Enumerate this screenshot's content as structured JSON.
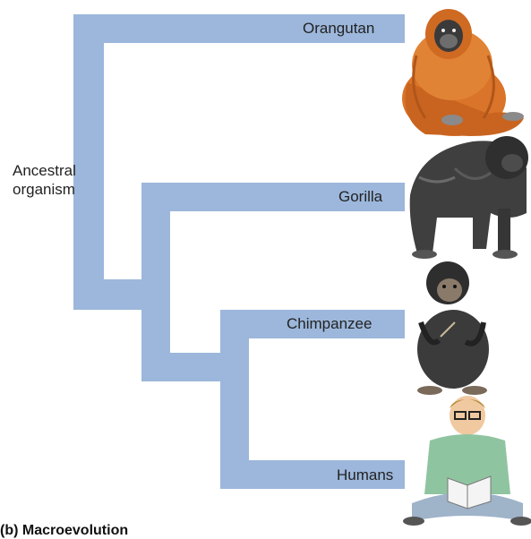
{
  "colors": {
    "branch": "#9cb7db",
    "text": "#222222"
  },
  "root_label": [
    "Ancestral",
    "organism"
  ],
  "taxa": [
    {
      "label": "Orangutan",
      "icon": "orangutan-icon"
    },
    {
      "label": "Gorilla",
      "icon": "gorilla-icon"
    },
    {
      "label": "Chimpanzee",
      "icon": "chimpanzee-icon"
    },
    {
      "label": "Humans",
      "icon": "human-reading-icon"
    }
  ],
  "caption": "(b) Macroevolution"
}
